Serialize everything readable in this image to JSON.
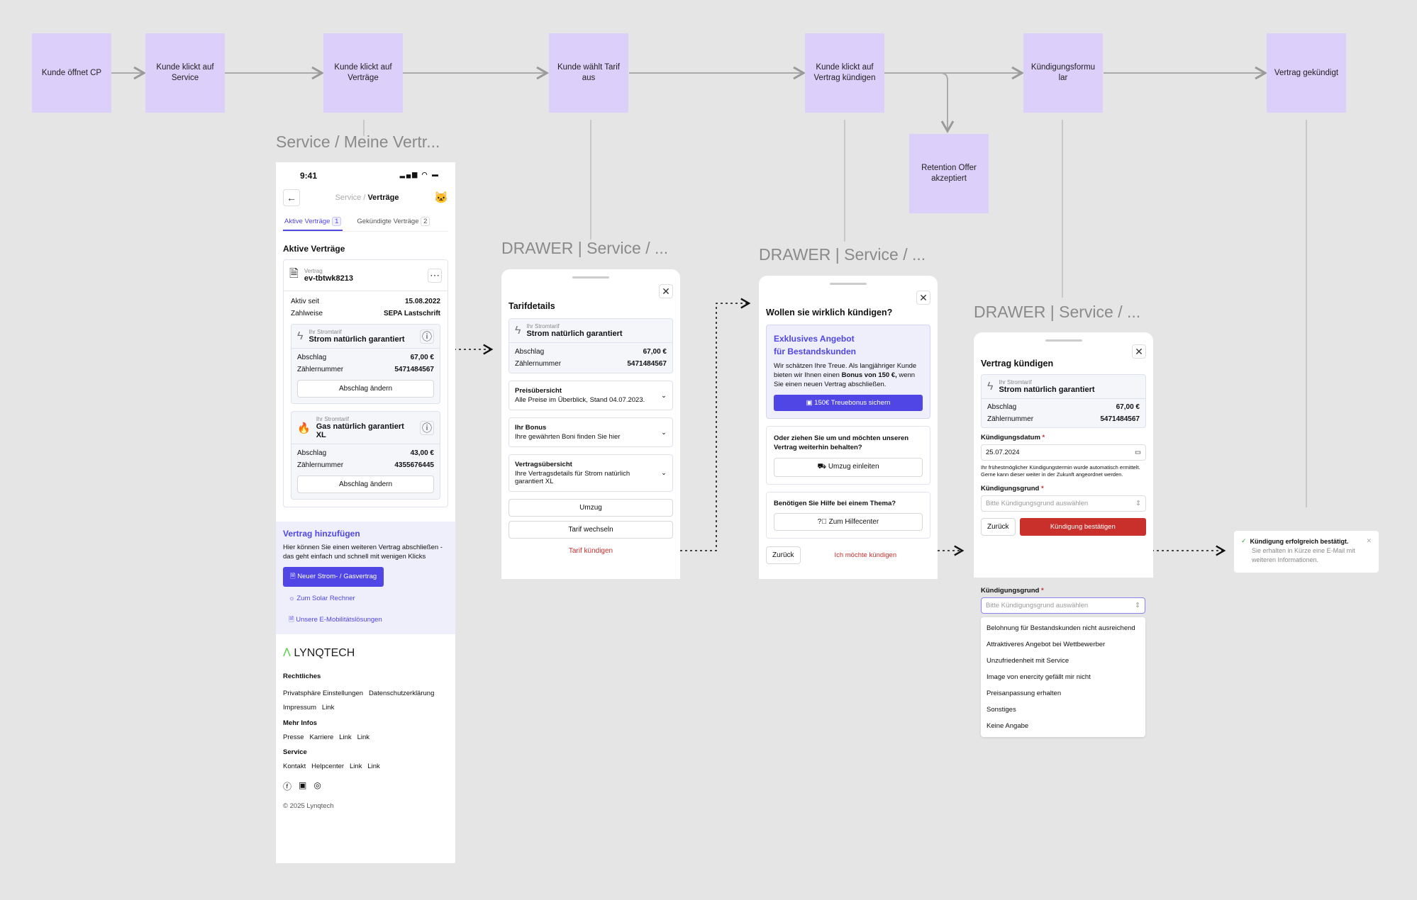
{
  "flow": {
    "steps": [
      "Kunde öffnet CP",
      "Kunde klickt auf Service",
      "Kunde klickt auf Verträge",
      "Kunde wählt Tarif aus",
      "Kunde klickt auf Vertrag kündigen",
      "Kündigungsformu lar",
      "Vertrag gekündigt"
    ],
    "branch": "Retention Offer akzeptiert"
  },
  "titles": {
    "phone": "Service / Meine Vertr...",
    "drawer1": "DRAWER | Service / ...",
    "drawer2": "DRAWER | Service / ...",
    "drawer3": "DRAWER | Service / ..."
  },
  "colors": {
    "accent": "#4f46e5",
    "danger": "#c9302c",
    "flow_box": "#dccffa"
  },
  "phone": {
    "time": "9:41",
    "breadcrumb_parent": "Service / ",
    "breadcrumb_current": "Verträge",
    "tabs": [
      {
        "label": "Aktive Verträge",
        "count": "1"
      },
      {
        "label": "Gekündigte Verträge",
        "count": "2"
      }
    ],
    "section_title": "Aktive Verträge",
    "contract": {
      "label": "Vertrag",
      "id": "ev-tbtwk8213",
      "active_since_label": "Aktiv seit",
      "active_since": "15.08.2022",
      "payment_label": "Zahlweise",
      "payment": "SEPA Lastschrift"
    },
    "tariffs": [
      {
        "sub": "Ihr Stromtarif",
        "name": "Strom natürlich garantiert",
        "abschlag_label": "Abschlag",
        "abschlag": "67,00 €",
        "meter_label": "Zählernummer",
        "meter": "5471484567",
        "button": "Abschlag ändern"
      },
      {
        "sub": "Ihr Stromtarif",
        "name": "Gas natürlich garantiert XL",
        "abschlag_label": "Abschlag",
        "abschlag": "43,00 €",
        "meter_label": "Zählernummer",
        "meter": "4355676445",
        "button": "Abschlag ändern"
      }
    ],
    "add": {
      "title": "Vertrag hinzufügen",
      "text": "Hier können Sie einen weiteren Vertrag abschließen - das geht einfach und schnell mit wenigen Klicks",
      "primary": "Neuer Strom- / Gasvertrag",
      "link1": "Zum Solar Rechner",
      "link2": "Unsere E-Mobilitätslösungen"
    },
    "footer": {
      "logo": "LYNQTECH",
      "groups": [
        {
          "title": "Rechtliches",
          "links": [
            "Privatsphäre Einstellungen",
            "Datenschutzerklärung",
            "Impressum",
            "Link"
          ]
        },
        {
          "title": "Mehr Infos",
          "links": [
            "Presse",
            "Karriere",
            "Link",
            "Link"
          ]
        },
        {
          "title": "Service",
          "links": [
            "Kontakt",
            "Helpcenter",
            "Link",
            "Link"
          ]
        }
      ],
      "copyright": "© 2025 Lynqtech"
    }
  },
  "drawer1": {
    "title": "Tarifdetails",
    "tariff": {
      "sub": "Ihr Stromtarif",
      "name": "Strom natürlich garantiert",
      "abschlag_label": "Abschlag",
      "abschlag": "67,00 €",
      "meter_label": "Zählernummer",
      "meter": "5471484567"
    },
    "accordions": [
      {
        "title": "Preisübersicht",
        "text": "Alle Preise im Überblick, Stand 04.07.2023."
      },
      {
        "title": "Ihr Bonus",
        "text": "Ihre gewährten Boni finden Sie hier"
      },
      {
        "title": "Vertragsübersicht",
        "text": "Ihre Vertragsdetails für Strom natürlich garantiert XL"
      }
    ],
    "btn_move": "Umzug",
    "btn_switch": "Tarif wechseln",
    "cancel_link": "Tarif kündigen"
  },
  "drawer2": {
    "title": "Wollen sie wirklich kündigen?",
    "offer_title": "Exklusives Angebot für Bestandskunden",
    "offer_text_1": "Wir schätzen Ihre Treue. Als langjähriger Kunde bieten wir Ihnen einen ",
    "offer_bold": "Bonus von 150 €,",
    "offer_text_2": " wenn Sie einen neuen Vertrag abschließen.",
    "offer_button": "150€ Treuebonus sichern",
    "move_question": "Oder ziehen Sie um und möchten unseren Vertrag weiterhin behalten?",
    "move_button": "Umzug einleiten",
    "help_question": "Benötigen Sie Hilfe bei einem Thema?",
    "help_button": "Zum Hilfecenter",
    "back": "Zurück",
    "cancel_link": "Ich möchte kündigen"
  },
  "drawer3": {
    "title": "Vertrag kündigen",
    "tariff": {
      "sub": "Ihr Stromtarif",
      "name": "Strom natürlich garantiert",
      "abschlag_label": "Abschlag",
      "abschlag": "67,00 €",
      "meter_label": "Zählernummer",
      "meter": "5471484567"
    },
    "date_label": "Kündigungsdatum",
    "date_value": "25.07.2024",
    "date_hint": "Ihr frühestmöglicher Kündigungstermin wurde automatisch ermittelt. Gerne kann dieser weiter in der Zukunft angeordnet werden.",
    "reason_label": "Kündigungsgrund",
    "reason_placeholder": "Bitte Kündigungsgrund auswählen",
    "required": "*",
    "back": "Zurück",
    "confirm": "Kündigung bestätigen"
  },
  "dropdown": {
    "label": "Kündigungsgrund",
    "required": "*",
    "placeholder": "Bitte Kündigungsgrund auswählen",
    "options": [
      "Belohnung für Bestandskunden nicht ausreichend",
      "Attraktiveres Angebot bei Wettbewerber",
      "Unzufriedenheit mit Service",
      "Image von enercity gefällt mir nicht",
      "Preisanpassung erhalten",
      "Sonstiges",
      "Keine Angabe"
    ]
  },
  "toast": {
    "title": "Kündigung erfolgreich bestätigt.",
    "text": "Sie erhalten in Kürze eine E-Mail mit weiteren Informationen."
  }
}
